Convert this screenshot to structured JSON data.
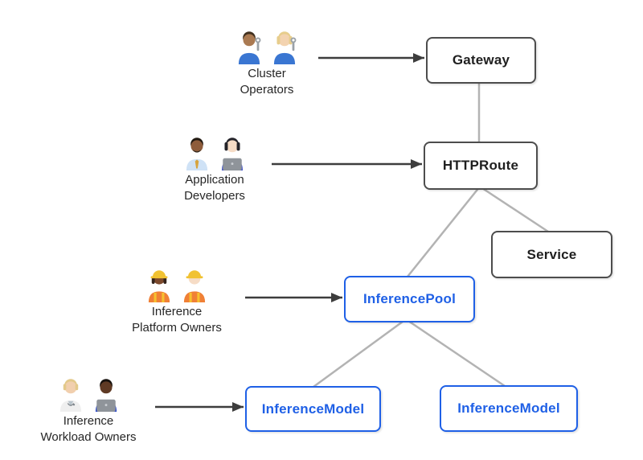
{
  "diagram": {
    "personas": [
      {
        "name": "cluster-operators",
        "lines": [
          "Cluster",
          "Operators"
        ],
        "icons": [
          "man-mechanic",
          "woman-mechanic"
        ]
      },
      {
        "name": "application-developers",
        "lines": [
          "Application",
          "Developers"
        ],
        "icons": [
          "man-office-worker",
          "woman-technologist"
        ]
      },
      {
        "name": "inference-platform-owners",
        "lines": [
          "Inference",
          "Platform Owners"
        ],
        "icons": [
          "woman-construction-worker",
          "man-construction-worker"
        ]
      },
      {
        "name": "inference-workload-owners",
        "lines": [
          "Inference",
          "Workload Owners"
        ],
        "icons": [
          "health-worker",
          "man-technologist"
        ]
      }
    ],
    "nodes": [
      {
        "id": "gateway",
        "label": "Gateway",
        "accent": false
      },
      {
        "id": "httproute",
        "label": "HTTPRoute",
        "accent": false
      },
      {
        "id": "service",
        "label": "Service",
        "accent": false
      },
      {
        "id": "inference-pool",
        "label": "InferencePool",
        "accent": true
      },
      {
        "id": "inference-model-1",
        "label": "InferenceModel",
        "accent": true
      },
      {
        "id": "inference-model-2",
        "label": "InferenceModel",
        "accent": true
      }
    ],
    "edges": [
      {
        "from": "cluster-operators",
        "to": "gateway",
        "type": "arrow"
      },
      {
        "from": "application-developers",
        "to": "httproute",
        "type": "arrow"
      },
      {
        "from": "inference-platform-owners",
        "to": "inference-pool",
        "type": "arrow"
      },
      {
        "from": "inference-workload-owners",
        "to": "inference-model-1",
        "type": "arrow"
      },
      {
        "from": "gateway",
        "to": "httproute",
        "type": "line"
      },
      {
        "from": "httproute",
        "to": "service",
        "type": "line"
      },
      {
        "from": "httproute",
        "to": "inference-pool",
        "type": "line"
      },
      {
        "from": "inference-pool",
        "to": "inference-model-1",
        "type": "line"
      },
      {
        "from": "inference-pool",
        "to": "inference-model-2",
        "type": "line"
      }
    ],
    "colors": {
      "accent_blue": "#1f60e6",
      "node_border": "#4d4d4d",
      "connector_gray": "#b3b3b3",
      "arrow_dark": "#3d3d3d",
      "text_dark": "#1f1f1f",
      "background": "#ffffff"
    }
  }
}
